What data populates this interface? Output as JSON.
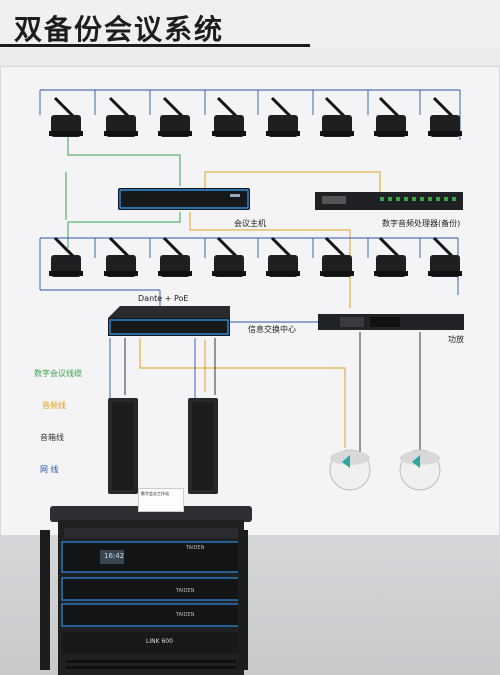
{
  "title": "双备份会议系统",
  "labels": {
    "host": "会议主机",
    "dsp": "数字音频处理器(备份)",
    "dante": "Dante + PoE",
    "switch": "信息交换中心",
    "amp": "功放"
  },
  "legend": [
    {
      "text": "数字会议线缆",
      "color": "#3aa34a"
    },
    {
      "text": "音频线",
      "color": "#e3a11d"
    },
    {
      "text": "音箱线",
      "color": "#333333"
    },
    {
      "text": "网 线",
      "color": "#2a55a8"
    }
  ],
  "brand": "TAIDEN",
  "rack_screen": "16:42",
  "card_title": "数字会议工作站",
  "rack_logo": "LINK 600"
}
